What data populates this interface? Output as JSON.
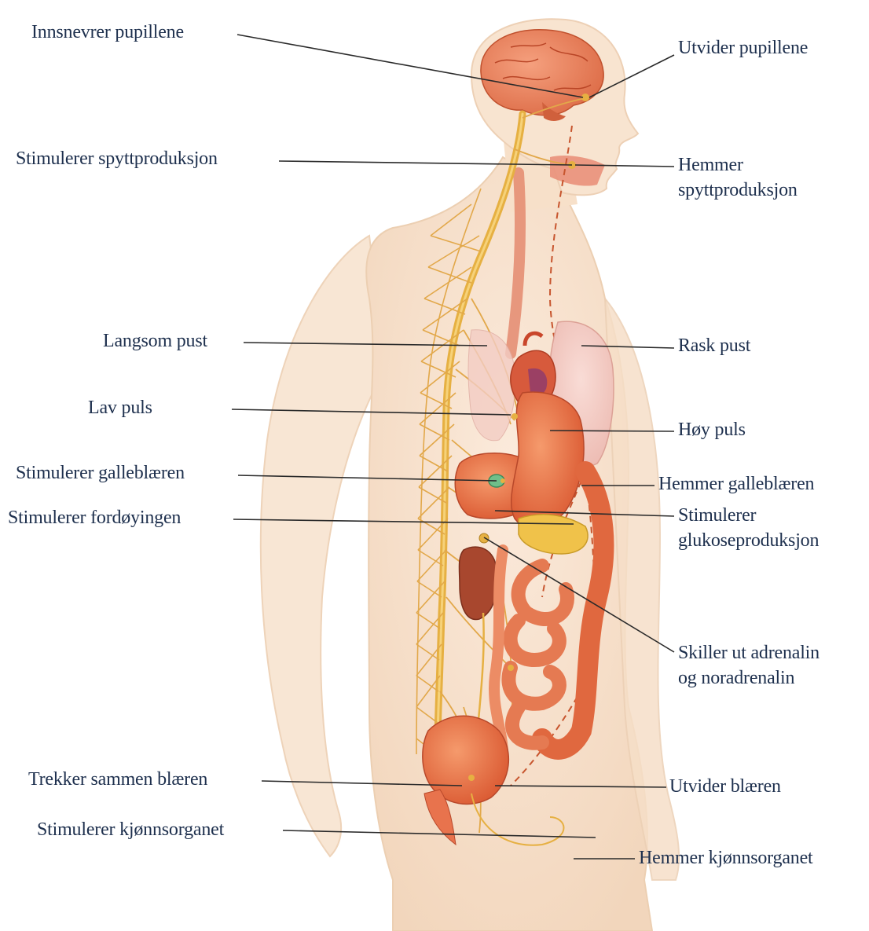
{
  "colors": {
    "skin": "#f7e2cc",
    "skin_shadow": "#efcfb3",
    "organ_red": "#e8734d",
    "organ_dark": "#c94a2c",
    "nerve": "#e6b042",
    "label_text": "#1d2f4d",
    "leader_line": "#2a2a2a"
  },
  "labels": {
    "innsnevrer_pupillene": "Innsnevrer pupillene",
    "utvider_pupillene": "Utvider pupillene",
    "stimulerer_spytt": "Stimulerer spyttproduksjon",
    "hemmer_spytt_1": "Hemmer",
    "hemmer_spytt_2": "spyttproduksjon",
    "langsom_pust": "Langsom pust",
    "rask_pust": "Rask pust",
    "lav_puls": "Lav puls",
    "hoy_puls": "Høy puls",
    "stimulerer_galle": "Stimulerer galleblæren",
    "hemmer_galle": "Hemmer galleblæren",
    "stimulerer_fordoyingen": "Stimulerer fordøyingen",
    "stimulerer_glukose_1": "Stimulerer",
    "stimulerer_glukose_2": "glukoseproduksjon",
    "adrenalin_1": "Skiller ut adrenalin",
    "adrenalin_2": "og noradrenalin",
    "trekker_blaeren": "Trekker sammen blæren",
    "utvider_blaeren": "Utvider blæren",
    "stimulerer_kjonn": "Stimulerer kjønnsorganet",
    "hemmer_kjonn": "Hemmer kjønnsorganet"
  },
  "icons": {
    "figure": "human-torso-illustration",
    "brain": "brain-icon",
    "spine": "spinal-cord-icon",
    "heart": "heart-icon",
    "lung": "lung-icon",
    "liver": "liver-icon",
    "stomach": "stomach-icon",
    "kidney": "kidney-icon",
    "intestine": "intestine-icon",
    "bladder": "bladder-icon"
  }
}
